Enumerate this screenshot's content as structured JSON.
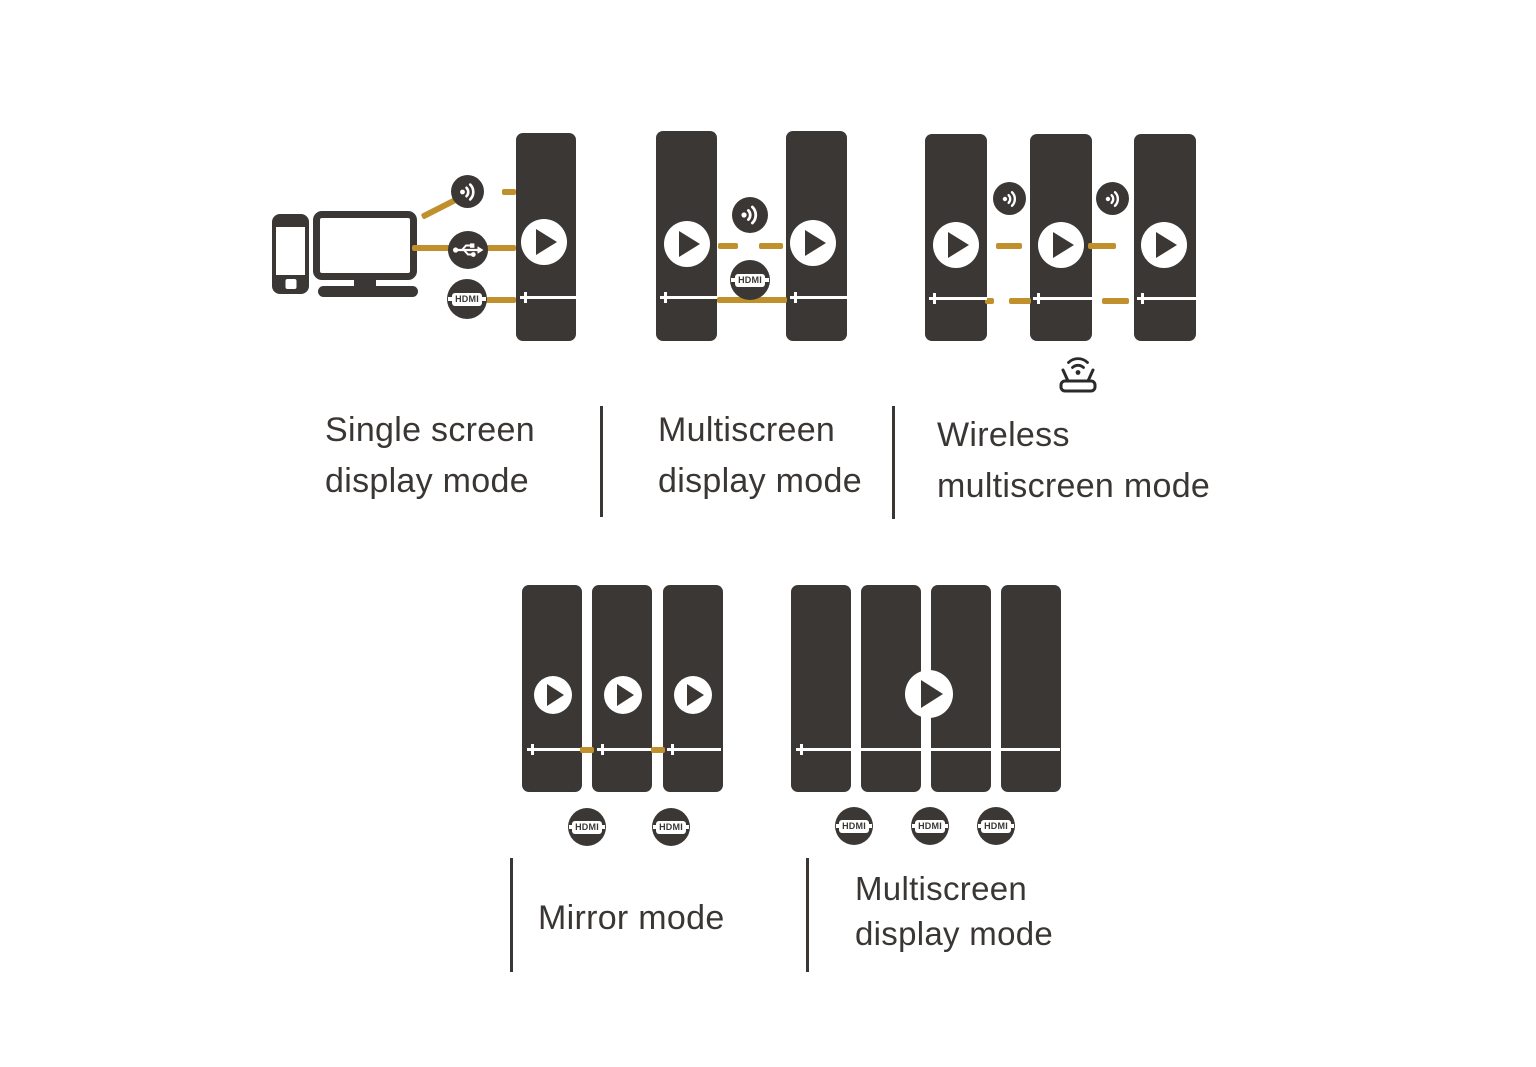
{
  "colors": {
    "panel": "#3b3735",
    "gold": "#c0902c",
    "text": "#3a3634",
    "white": "#ffffff"
  },
  "modes": [
    {
      "id": "single-screen",
      "label_lines": [
        "Single screen",
        "display mode"
      ]
    },
    {
      "id": "multiscreen-top",
      "label_lines": [
        "Multiscreen",
        "display mode"
      ]
    },
    {
      "id": "wireless-multiscreen",
      "label_lines": [
        "Wireless",
        "multiscreen mode"
      ]
    },
    {
      "id": "mirror",
      "label_lines": [
        "Mirror mode"
      ]
    },
    {
      "id": "multiscreen-bottom",
      "label_lines": [
        "Multiscreen",
        "display mode"
      ]
    }
  ],
  "badges": {
    "hdmi_label": "HDMI"
  },
  "icons": {
    "wireless": "wifi-signal-icon",
    "usb": "usb-icon",
    "hdmi": "hdmi-icon",
    "router": "wifi-router-icon",
    "play": "play-icon",
    "phone": "smartphone-icon",
    "laptop": "laptop-icon"
  }
}
